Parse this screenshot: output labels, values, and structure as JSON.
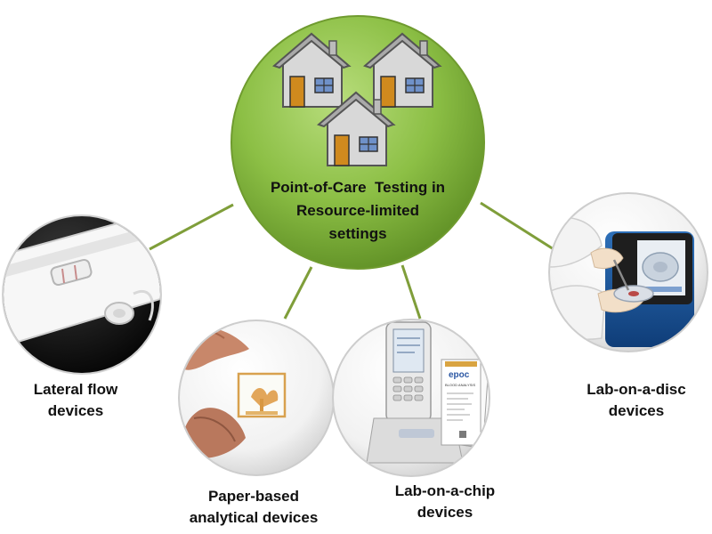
{
  "center": {
    "title_line1": "Point-of-Care  Testing in",
    "title_line2": "Resource-limited",
    "title_line3": "settings"
  },
  "nodes": {
    "lateral_flow": {
      "line1": "Lateral flow",
      "line2": "devices"
    },
    "paper_based": {
      "line1": "Paper-based",
      "line2": "analytical devices"
    },
    "lab_on_chip": {
      "line1": "Lab-on-a-chip",
      "line2": "devices"
    },
    "lab_on_disc": {
      "line1": "Lab-on-a-disc",
      "line2": "devices"
    }
  },
  "device_text": {
    "epoc_logo": "epoc",
    "epoc_card": "BLOOD ANALYSIS"
  },
  "colors": {
    "center_fill": "#8cbf45",
    "center_stroke": "#6f9b2f",
    "connector": "#7f9e3a",
    "label_text": "#111111"
  }
}
